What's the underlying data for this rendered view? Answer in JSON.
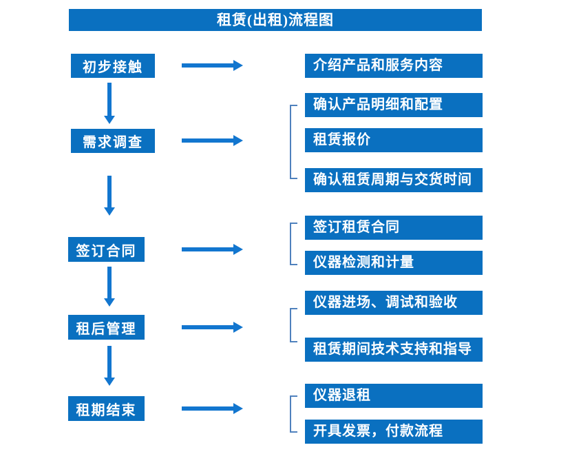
{
  "title": "租赁(出租)流程图",
  "colors": {
    "box_blue": "#0a70c0",
    "arrow_blue": "#1276cf",
    "bracket_blue": "#4f81bd",
    "text_on_box": "#ffffff",
    "background": "#ffffff"
  },
  "flow": {
    "steps": [
      {
        "label": "初步接触",
        "outputs": [
          "介绍产品和服务内容"
        ]
      },
      {
        "label": "需求调查",
        "outputs": [
          "确认产品明细和配置",
          "租赁报价",
          "确认租赁周期与交货时间"
        ]
      },
      {
        "label": "签订合同",
        "outputs": [
          "签订租赁合同",
          "仪器检测和计量"
        ]
      },
      {
        "label": "租后管理",
        "outputs": [
          "仪器进场、调试和验收",
          "租赁期间技术支持和指导"
        ]
      },
      {
        "label": "租期结束",
        "outputs": [
          "仪器退租",
          "开具发票，付款流程"
        ]
      }
    ]
  }
}
